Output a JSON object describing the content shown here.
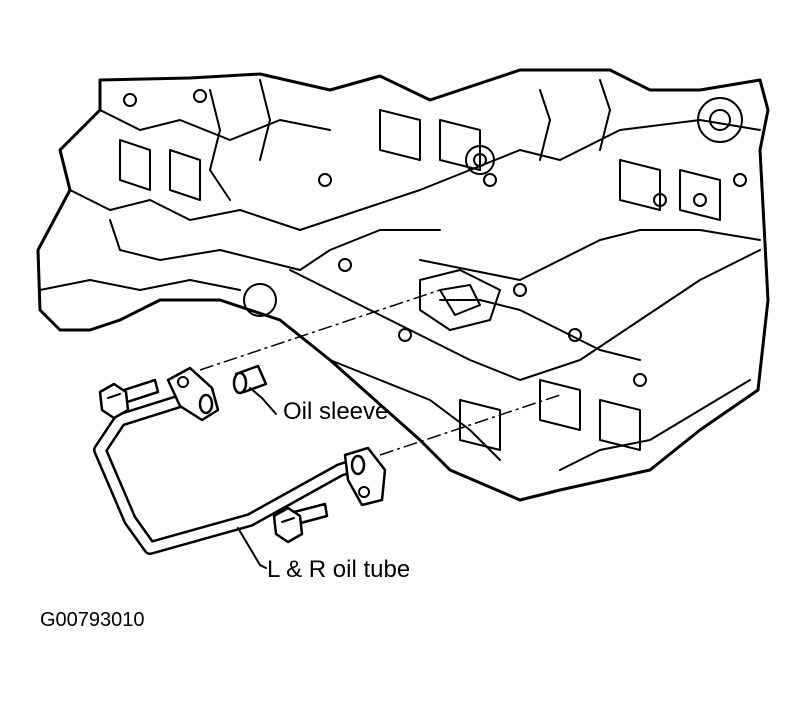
{
  "labels": {
    "oil_sleeve": "Oil sleeve",
    "oil_tube": "L & R oil tube",
    "figure_id": "G00793010"
  },
  "icons": [
    "engine-block-drawing",
    "oil-tube-drawing",
    "oil-sleeve-drawing",
    "bolt-drawing"
  ]
}
